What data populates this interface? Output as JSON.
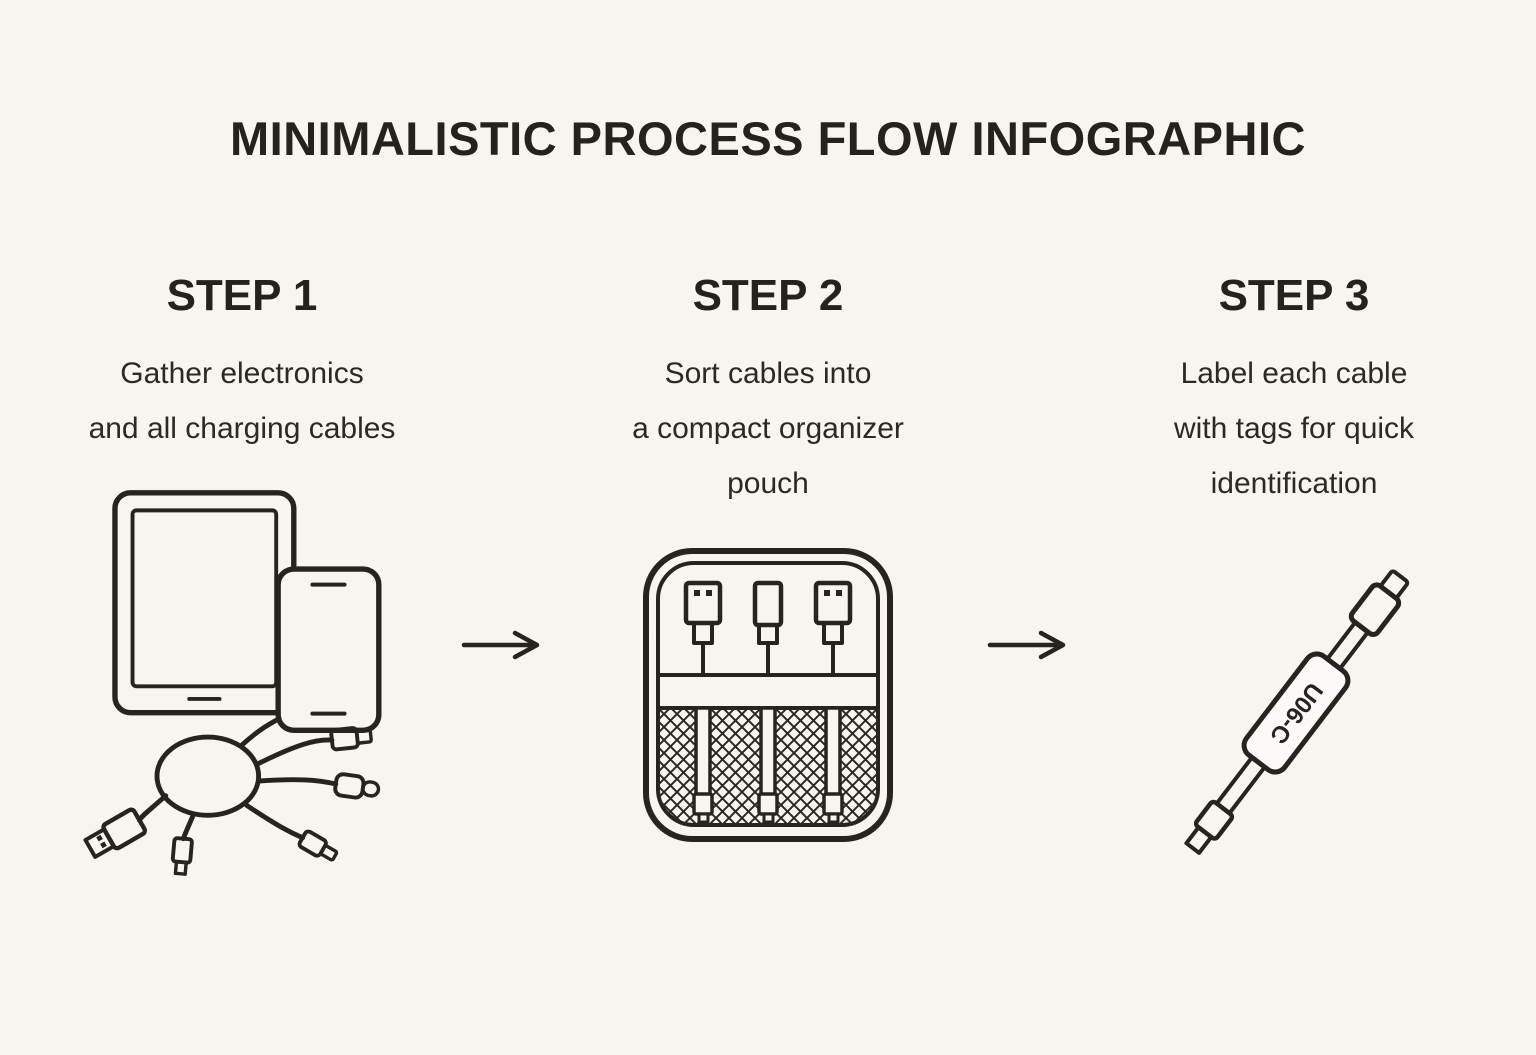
{
  "title": "MINIMALISTIC PROCESS FLOW INFOGRAPHIC",
  "steps": [
    {
      "label": "STEP 1",
      "lines": [
        "Gather electronics",
        "and all charging cables"
      ]
    },
    {
      "label": "STEP 2",
      "lines": [
        "Sort cables into",
        "a compact organizer",
        "pouch"
      ]
    },
    {
      "label": "STEP 3",
      "lines": [
        "Label each cable",
        "with tags for quick",
        "identification"
      ]
    }
  ],
  "illustrations": {
    "step1_name": "tablet-phone-and-charging-cables",
    "step2_name": "cable-organizer-pouch",
    "step3_name": "labeled-cable-with-tag",
    "cable_tag_text": "U06-C"
  },
  "colors": {
    "background": "#f7f5ef",
    "ink": "#262420"
  }
}
